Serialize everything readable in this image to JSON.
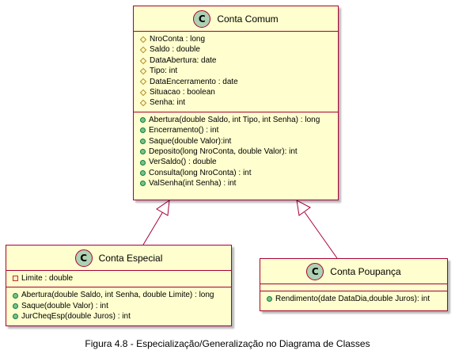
{
  "diagram": {
    "classes": [
      {
        "id": "conta-comum",
        "badge": "C",
        "name": "Conta Comum",
        "attributes": [
          {
            "visibility": "protected",
            "text": "NroConta : long"
          },
          {
            "visibility": "protected",
            "text": "Saldo : double"
          },
          {
            "visibility": "protected",
            "text": "DataAbertura: date"
          },
          {
            "visibility": "protected",
            "text": "Tipo: int"
          },
          {
            "visibility": "protected",
            "text": "DataEncerramento : date"
          },
          {
            "visibility": "protected",
            "text": "Situacao : boolean"
          },
          {
            "visibility": "protected",
            "text": "Senha: int"
          }
        ],
        "methods": [
          {
            "visibility": "public",
            "text": "Abertura(double Saldo, int Tipo, int Senha) : long"
          },
          {
            "visibility": "public",
            "text": "Encerramento() : int"
          },
          {
            "visibility": "public",
            "text": "Saque(double Valor):int"
          },
          {
            "visibility": "public",
            "text": "Deposito(long NroConta, double Valor): int"
          },
          {
            "visibility": "public",
            "text": "VerSaldo() : double"
          },
          {
            "visibility": "public",
            "text": "Consulta(long NroConta) : int"
          },
          {
            "visibility": "public",
            "text": "ValSenha(int Senha) : int"
          }
        ]
      },
      {
        "id": "conta-especial",
        "badge": "C",
        "name": "Conta Especial",
        "attributes": [
          {
            "visibility": "private",
            "text": "Limite : double"
          }
        ],
        "methods": [
          {
            "visibility": "public",
            "text": "Abertura(double Saldo, int Senha, double Limite) : long"
          },
          {
            "visibility": "public",
            "text": "Saque(double Valor) : int"
          },
          {
            "visibility": "public",
            "text": "JurCheqEsp(double Juros) : int"
          }
        ]
      },
      {
        "id": "conta-poupanca",
        "badge": "C",
        "name": "Conta Poupança",
        "attributes": [],
        "methods": [
          {
            "visibility": "public",
            "text": "Rendimento(date DataDia,double Juros): int"
          }
        ]
      }
    ],
    "relations": [
      {
        "type": "generalization",
        "from": "conta-especial",
        "to": "conta-comum"
      },
      {
        "type": "generalization",
        "from": "conta-poupanca",
        "to": "conta-comum"
      }
    ],
    "colors": {
      "class_fill": "#FEFECE",
      "class_border": "#A80036",
      "badge_fill": "#ADD1B2",
      "public_marker": "#84BE84",
      "protected_marker": "#B38D22",
      "private_marker": "#C82930"
    }
  },
  "caption": "Figura 4.8 - Especialização/Generalização no Diagrama de Classes"
}
